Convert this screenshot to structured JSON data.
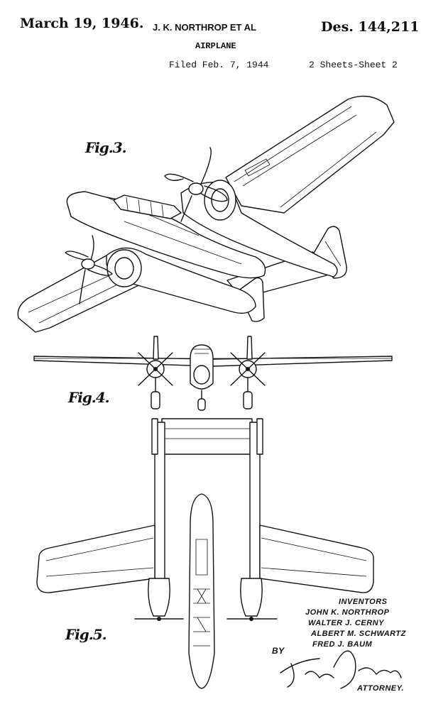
{
  "header": {
    "date": "March 19, 1946.",
    "inventors_short": "J. K. NORTHROP ET AL",
    "patent_number": "Des. 144,211",
    "title": "AIRPLANE",
    "filed": "Filed Feb. 7, 1944",
    "sheets": "2 Sheets-Sheet 2"
  },
  "figures": {
    "fig3": "Fig.3.",
    "fig4": "Fig.4.",
    "fig5": "Fig.5."
  },
  "signature": {
    "inventors_heading": "INVENTORS",
    "names": [
      "JOHN K. NORTHROP",
      "WALTER J. CERNY",
      "ALBERT M. SCHWARTZ",
      "FRED J. BAUM"
    ],
    "by": "BY",
    "attorney": "ATTORNEY."
  },
  "colors": {
    "ink": "#111111",
    "paper": "#ffffff"
  }
}
